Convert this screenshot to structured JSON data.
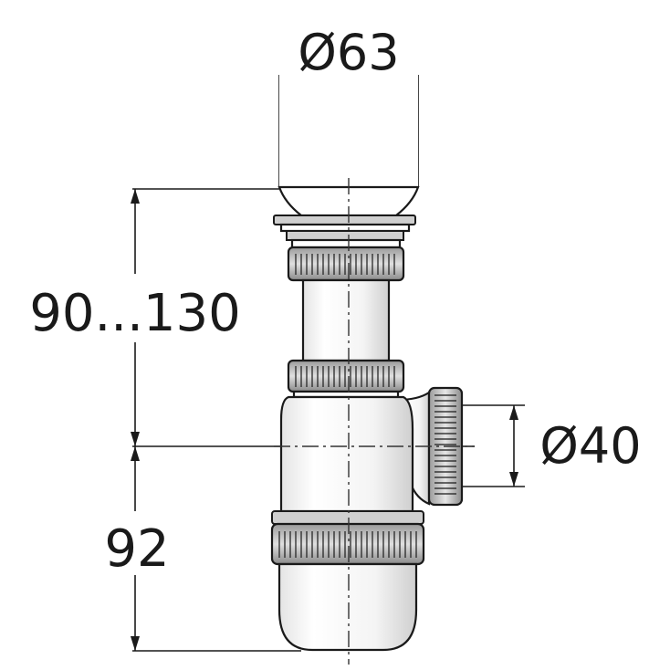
{
  "dimensions": {
    "top_diameter": "Ø63",
    "outlet_diameter": "Ø40",
    "upper_height": "90...130",
    "lower_height": "92"
  }
}
